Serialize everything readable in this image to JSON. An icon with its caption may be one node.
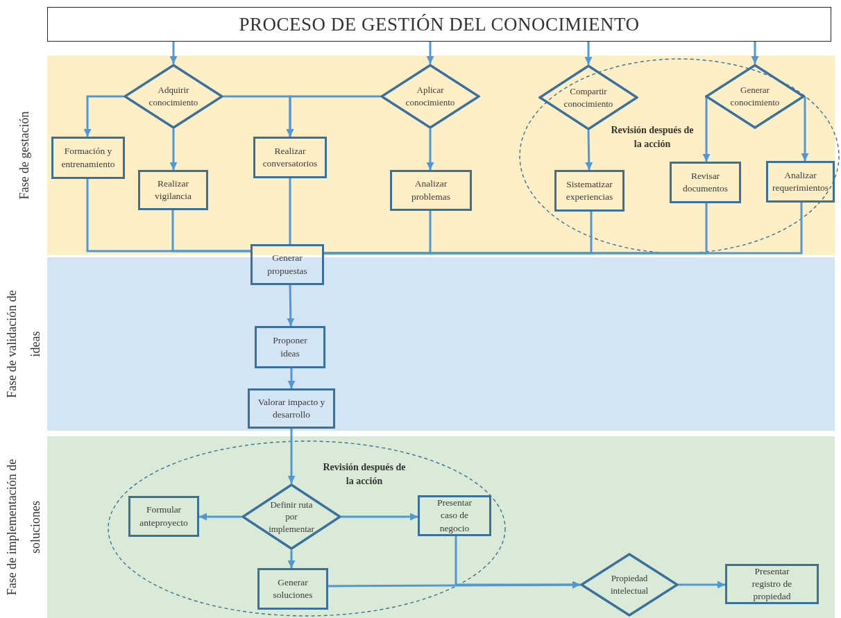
{
  "diagram": {
    "nodes": [
      {
        "text": [
          "PROCESO DE GESTIÓN DEL CONOCIMIENTO"
        ]
      },
      {
        "text": [
          "Fase de gestación"
        ]
      },
      {
        "text": [
          "Fase de validación de ideas"
        ]
      },
      {
        "text": [
          "Fase de implementación de soluciones"
        ]
      },
      {
        "text": [
          "Revisión después de la acción"
        ],
        "in": 1
      },
      {
        "text": [
          "Adquirir conocimiento"
        ],
        "in": 1
      },
      {
        "text": [
          "Aplicar conocimiento"
        ],
        "in": 1
      },
      {
        "text": [
          "Compartir conocimiento"
        ],
        "in": 4
      },
      {
        "text": [
          "Generar conocimiento"
        ],
        "in": 4
      },
      {
        "text": [
          "Formación y entrenamiento"
        ],
        "in": 1
      },
      {
        "text": [
          "Realizar vigilancia"
        ],
        "in": 1
      },
      {
        "text": [
          "Realizar conversatorios"
        ],
        "in": 1
      },
      {
        "text": [
          "Analizar problemas"
        ],
        "in": 1
      },
      {
        "text": [
          "Sistematizar experiencias"
        ],
        "in": 4
      },
      {
        "text": [
          "Revisar documentos"
        ],
        "in": 4
      },
      {
        "text": [
          "Analizar requerimientos"
        ],
        "in": 4
      },
      {
        "text": [
          "Generar propuestas"
        ]
      },
      {
        "text": [
          "Proponer ideas"
        ],
        "in": 2
      },
      {
        "text": [
          "Valorar impacto y desarrollo"
        ],
        "in": 2
      },
      {
        "text": [
          "Revisión después de la acción"
        ],
        "in": 3
      },
      {
        "text": [
          "Definir ruta por implementar"
        ],
        "in": 19
      },
      {
        "text": [
          "Formular anteproyecto"
        ],
        "in": 19
      },
      {
        "text": [
          "Presentar caso de negocio"
        ],
        "in": 19
      },
      {
        "text": [
          "Generar soluciones"
        ],
        "in": 19
      },
      {
        "text": [
          "Propiedad intelectual"
        ],
        "in": 3
      },
      {
        "text": [
          "Presentar registro de propiedad"
        ],
        "in": 3
      }
    ],
    "edges": [
      {
        "from": 0,
        "to": 5,
        "arrow": "to"
      },
      {
        "from": 0,
        "to": 6,
        "arrow": "to"
      },
      {
        "from": 0,
        "to": 7,
        "arrow": "to"
      },
      {
        "from": 0,
        "to": 8,
        "arrow": "to"
      },
      {
        "from": 5,
        "to": 9,
        "arrow": "to"
      },
      {
        "from": 5,
        "to": 10,
        "arrow": "to"
      },
      {
        "from": 5,
        "to": 11,
        "arrow": "to"
      },
      {
        "from": 6,
        "to": 11,
        "arrow": "to"
      },
      {
        "from": 6,
        "to": 12,
        "arrow": "to"
      },
      {
        "from": 7,
        "to": 13,
        "arrow": "to"
      },
      {
        "from": 8,
        "to": 14,
        "arrow": "to"
      },
      {
        "from": 8,
        "to": 15,
        "arrow": "to"
      },
      {
        "from": 9,
        "to": 16,
        "arrow": "none"
      },
      {
        "from": 10,
        "to": 16,
        "arrow": "none"
      },
      {
        "from": 11,
        "to": 16,
        "arrow": "none"
      },
      {
        "from": 12,
        "to": 16,
        "arrow": "none"
      },
      {
        "from": 13,
        "to": 16,
        "arrow": "none"
      },
      {
        "from": 14,
        "to": 16,
        "arrow": "none"
      },
      {
        "from": 15,
        "to": 16,
        "arrow": "none"
      },
      {
        "from": 16,
        "to": 17,
        "arrow": "to"
      },
      {
        "from": 17,
        "to": 18,
        "arrow": "to"
      },
      {
        "from": 18,
        "to": 20,
        "arrow": "to"
      },
      {
        "from": 20,
        "to": 21,
        "arrow": "to"
      },
      {
        "from": 20,
        "to": 22,
        "arrow": "to"
      },
      {
        "from": 20,
        "to": 23,
        "arrow": "to"
      },
      {
        "from": 23,
        "to": 24,
        "arrow": "to"
      },
      {
        "from": 22,
        "to": 24,
        "arrow": "to"
      },
      {
        "from": 24,
        "to": 25,
        "arrow": "to"
      }
    ]
  }
}
